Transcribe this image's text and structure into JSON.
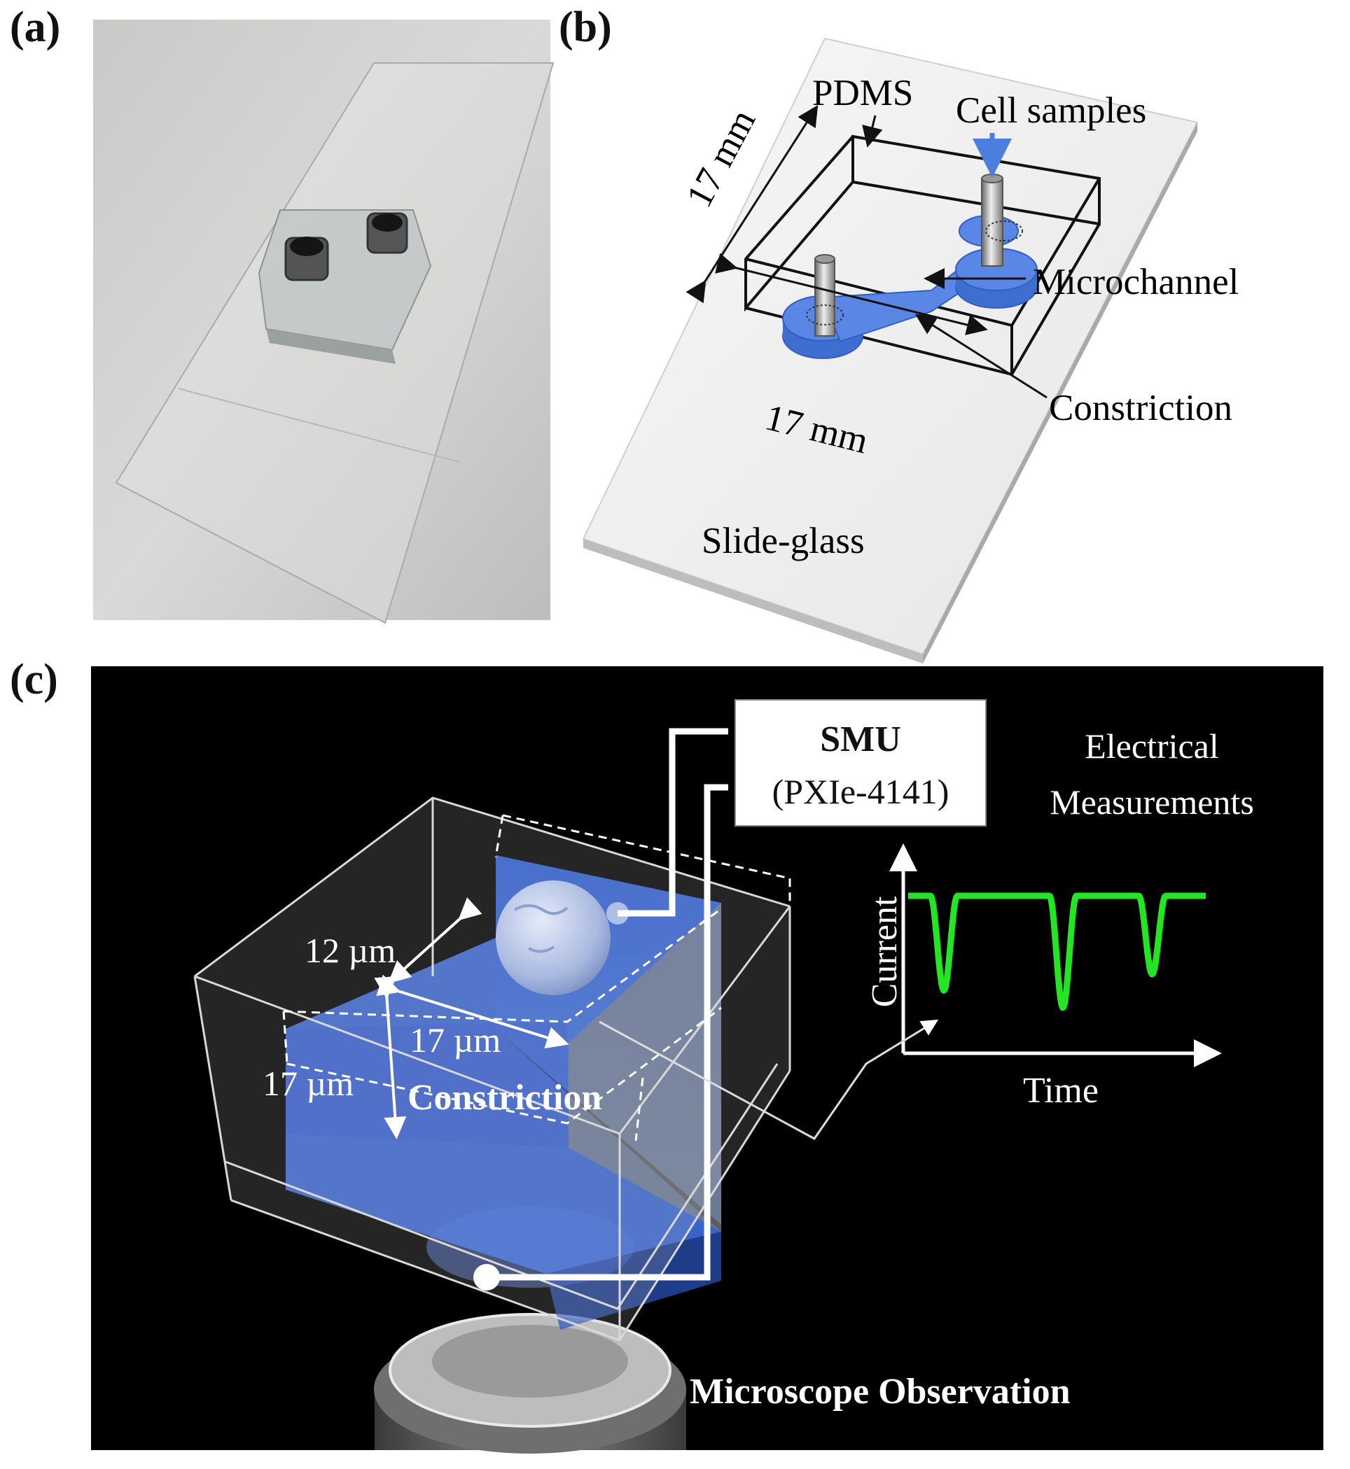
{
  "panels": {
    "a": {
      "label": "(a)"
    },
    "b": {
      "label": "(b)",
      "pdms": "PDMS",
      "cell_samples": "Cell samples",
      "microchannel": "Microchannel",
      "constriction": "Constriction",
      "dim_depth": "17 mm",
      "dim_width": "17 mm",
      "slide_glass": "Slide-glass"
    },
    "c": {
      "label": "(c)",
      "smu": "SMU",
      "smu_model": "(PXIe-4141)",
      "electrical_1": "Electrical",
      "electrical_2": "Measurements",
      "current_axis": "Current",
      "time_axis": "Time",
      "dim_12": "12 µm",
      "dim_17a": "17 µm",
      "dim_17b": "17 µm",
      "constriction": "Constriction",
      "microscope": "Microscope Observation"
    }
  },
  "colors": {
    "channel_blue": "#4a7fe0",
    "signal_green": "#22e622",
    "background_dark": "#000000"
  },
  "current_signal": {
    "baseline_level": 1.0,
    "dips": [
      {
        "time": 0.12,
        "min_level": 0.18
      },
      {
        "time": 0.52,
        "min_level": 0.03
      },
      {
        "time": 0.82,
        "min_level": 0.32
      }
    ]
  }
}
